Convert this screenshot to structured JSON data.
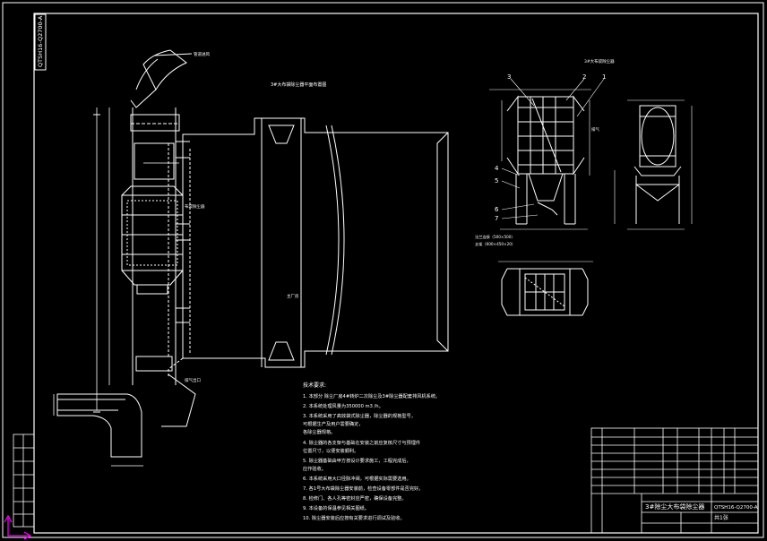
{
  "drawing_number_rotated": "QTSH16-Q2700-A",
  "top_view_title": "3#大布袋除尘器平面布置图",
  "elevation_title": "3#大布袋除尘器",
  "tech_title": "技术要求:",
  "tech_reqs": [
    "1. 本部分       除尘厂房4#转炉二次除尘及3#除尘器配套排风机系统。",
    "2. 本系统处理风量为350000 m3 /h。",
    "3. 本系统采用了高效袋式除尘器，除尘器的规格型号，",
    "    可根据生产及用户需要确定，",
    "    各除尘器规格。",
    "4. 除尘器的各支架与基础在安装之前应复核尺寸与预埋件",
    "    位置尺寸，以便安装顺利。",
    "5. 除尘器基础由甲方按设计要求施工，工程完成后，",
    "    应作验收。",
    "6. 本系统采用大口径脉冲阀，可根据实际需要选用。",
    "7. 各1号大布袋除尘器安装前，检查设备零部件是否完好。",
    "8. 检修门、各人孔等密封应严密，确保设备完整。",
    "9. 本设备的保温参见相关图纸。",
    "10. 除尘器安装后应按有关要求进行调试及验收。"
  ],
  "part_numbers": [
    "3",
    "2",
    "1",
    "4",
    "5",
    "6",
    "7"
  ],
  "title_block": {
    "drawing_name": "3#除尘大布袋除尘器",
    "code": "QTSH16-Q2700-A",
    "sheet": "共1张"
  },
  "labels": {
    "inlet_pipe": "管道进风",
    "outlet": "排气出口",
    "filter_unit": "布袋除尘器",
    "label_gas": "排气",
    "workshop": "主厂房",
    "flange_note": "法兰连接（500×500）",
    "support_note": "支架（600×450×20）"
  },
  "colors": {
    "line": "#ffffff",
    "frame": "#ffffff",
    "accent": "#ff00ff",
    "background": "#000000"
  }
}
